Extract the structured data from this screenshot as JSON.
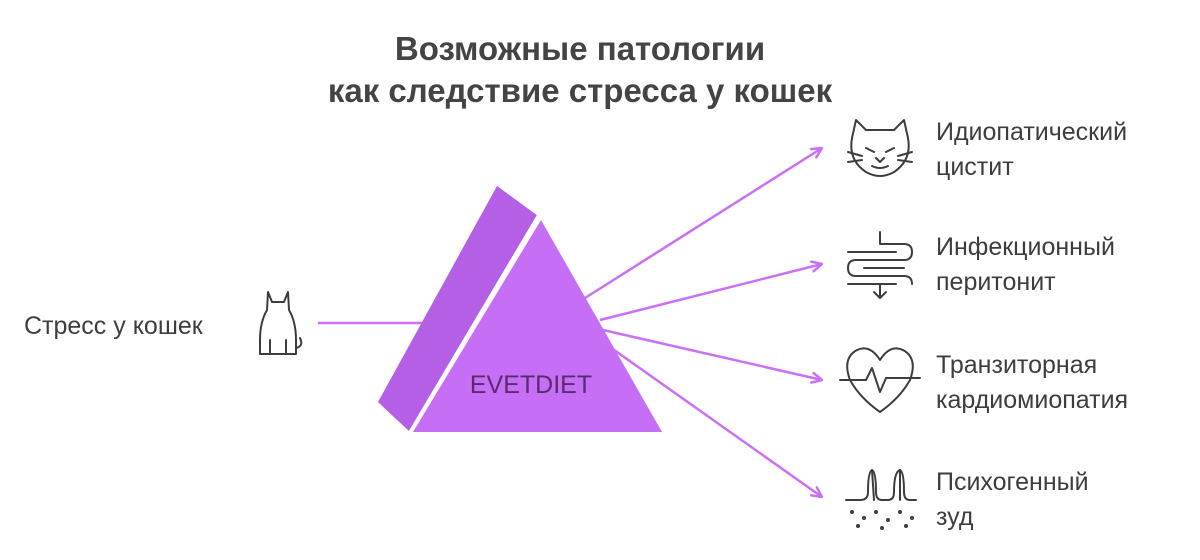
{
  "title": {
    "line1": "Возможные патологии",
    "line2": "как следствие стресса у кошек"
  },
  "input": {
    "label": "Стресс у кошек",
    "icon": "cat-sitting-icon"
  },
  "prism": {
    "label": "EVETDIET"
  },
  "outputs": [
    {
      "line1": "Идиопатический",
      "line2": "цистит",
      "icon": "cat-face-icon"
    },
    {
      "line1": "Инфекционный",
      "line2": "перитонит",
      "icon": "intestine-icon"
    },
    {
      "line1": "Транзиторная",
      "line2": "кардиомиопатия",
      "icon": "heart-pulse-icon"
    },
    {
      "line1": "Психогенный",
      "line2": "зуд",
      "icon": "skin-hair-icon"
    }
  ],
  "colors": {
    "accent": "#c76ef7",
    "prism_dark": "#b35de8",
    "ray": "#c970f5",
    "text": "#3d3d3d"
  }
}
